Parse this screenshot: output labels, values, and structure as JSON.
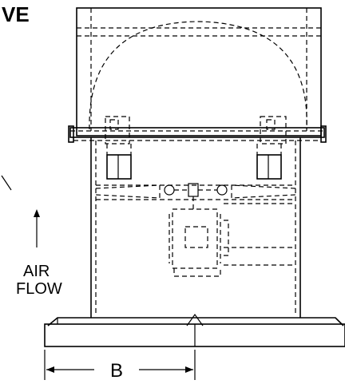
{
  "view_label": "VE",
  "airflow": {
    "line1": "AIR",
    "line2": "FLOW"
  },
  "dimension": {
    "label": "B"
  }
}
